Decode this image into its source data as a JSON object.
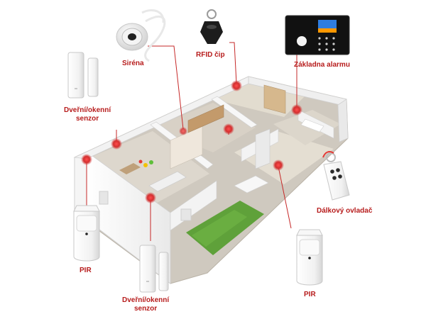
{
  "colors": {
    "accent": "#c62828",
    "label": "#b71c1c",
    "wall": "#f4f4f4",
    "floor": "#d9d4cc",
    "grass": "#5fa13a"
  },
  "labels": {
    "sirena": "Siréna",
    "rfid": "RFID čip",
    "zakladna": "Základna alarmu",
    "dvere_left_1": "Dveřní/okenní",
    "dvere_left_2": "senzor",
    "dalkovy": "Dálkový ovladač",
    "pir_left": "PIR",
    "dvere_bottom_1": "Dveřní/okenní",
    "dvere_bottom_2": "senzor",
    "pir_right": "PIR"
  },
  "devices": [
    {
      "id": "siren",
      "icon": "siren-icon"
    },
    {
      "id": "rfid",
      "icon": "rfid-tag-icon"
    },
    {
      "id": "alarm-base",
      "icon": "alarm-panel-icon"
    },
    {
      "id": "door-sensor-left",
      "icon": "door-sensor-icon"
    },
    {
      "id": "remote",
      "icon": "remote-control-icon"
    },
    {
      "id": "pir-left",
      "icon": "pir-sensor-icon"
    },
    {
      "id": "door-sensor-bottom",
      "icon": "door-sensor-icon"
    },
    {
      "id": "pir-right",
      "icon": "pir-sensor-icon"
    }
  ]
}
